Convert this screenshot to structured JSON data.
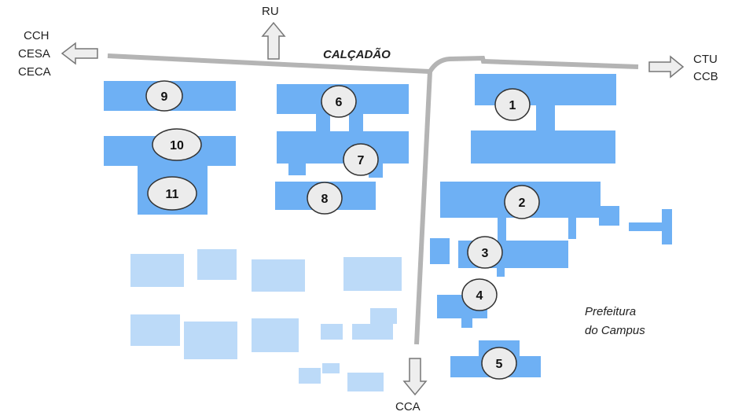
{
  "street_label": "CALÇADÃO",
  "directions": {
    "north": "RU",
    "west": [
      "CCH",
      "CESA",
      "CECA"
    ],
    "east": [
      "CTU",
      "CCB"
    ],
    "south": "CCA"
  },
  "area_label": [
    "Prefeitura",
    "do Campus"
  ],
  "buildings": {
    "b1": "1",
    "b2": "2",
    "b3": "3",
    "b4": "4",
    "b5": "5",
    "b6": "6",
    "b7": "7",
    "b8": "8",
    "b9": "9",
    "b10": "10",
    "b11": "11"
  },
  "colors": {
    "building": "#6eb0f4",
    "building_light": "#bcdaf8",
    "road": "#b4b4b4",
    "marker_fill": "#ececec",
    "marker_stroke": "#333333",
    "arrow_fill": "#eeeeee",
    "arrow_stroke": "#777777"
  }
}
